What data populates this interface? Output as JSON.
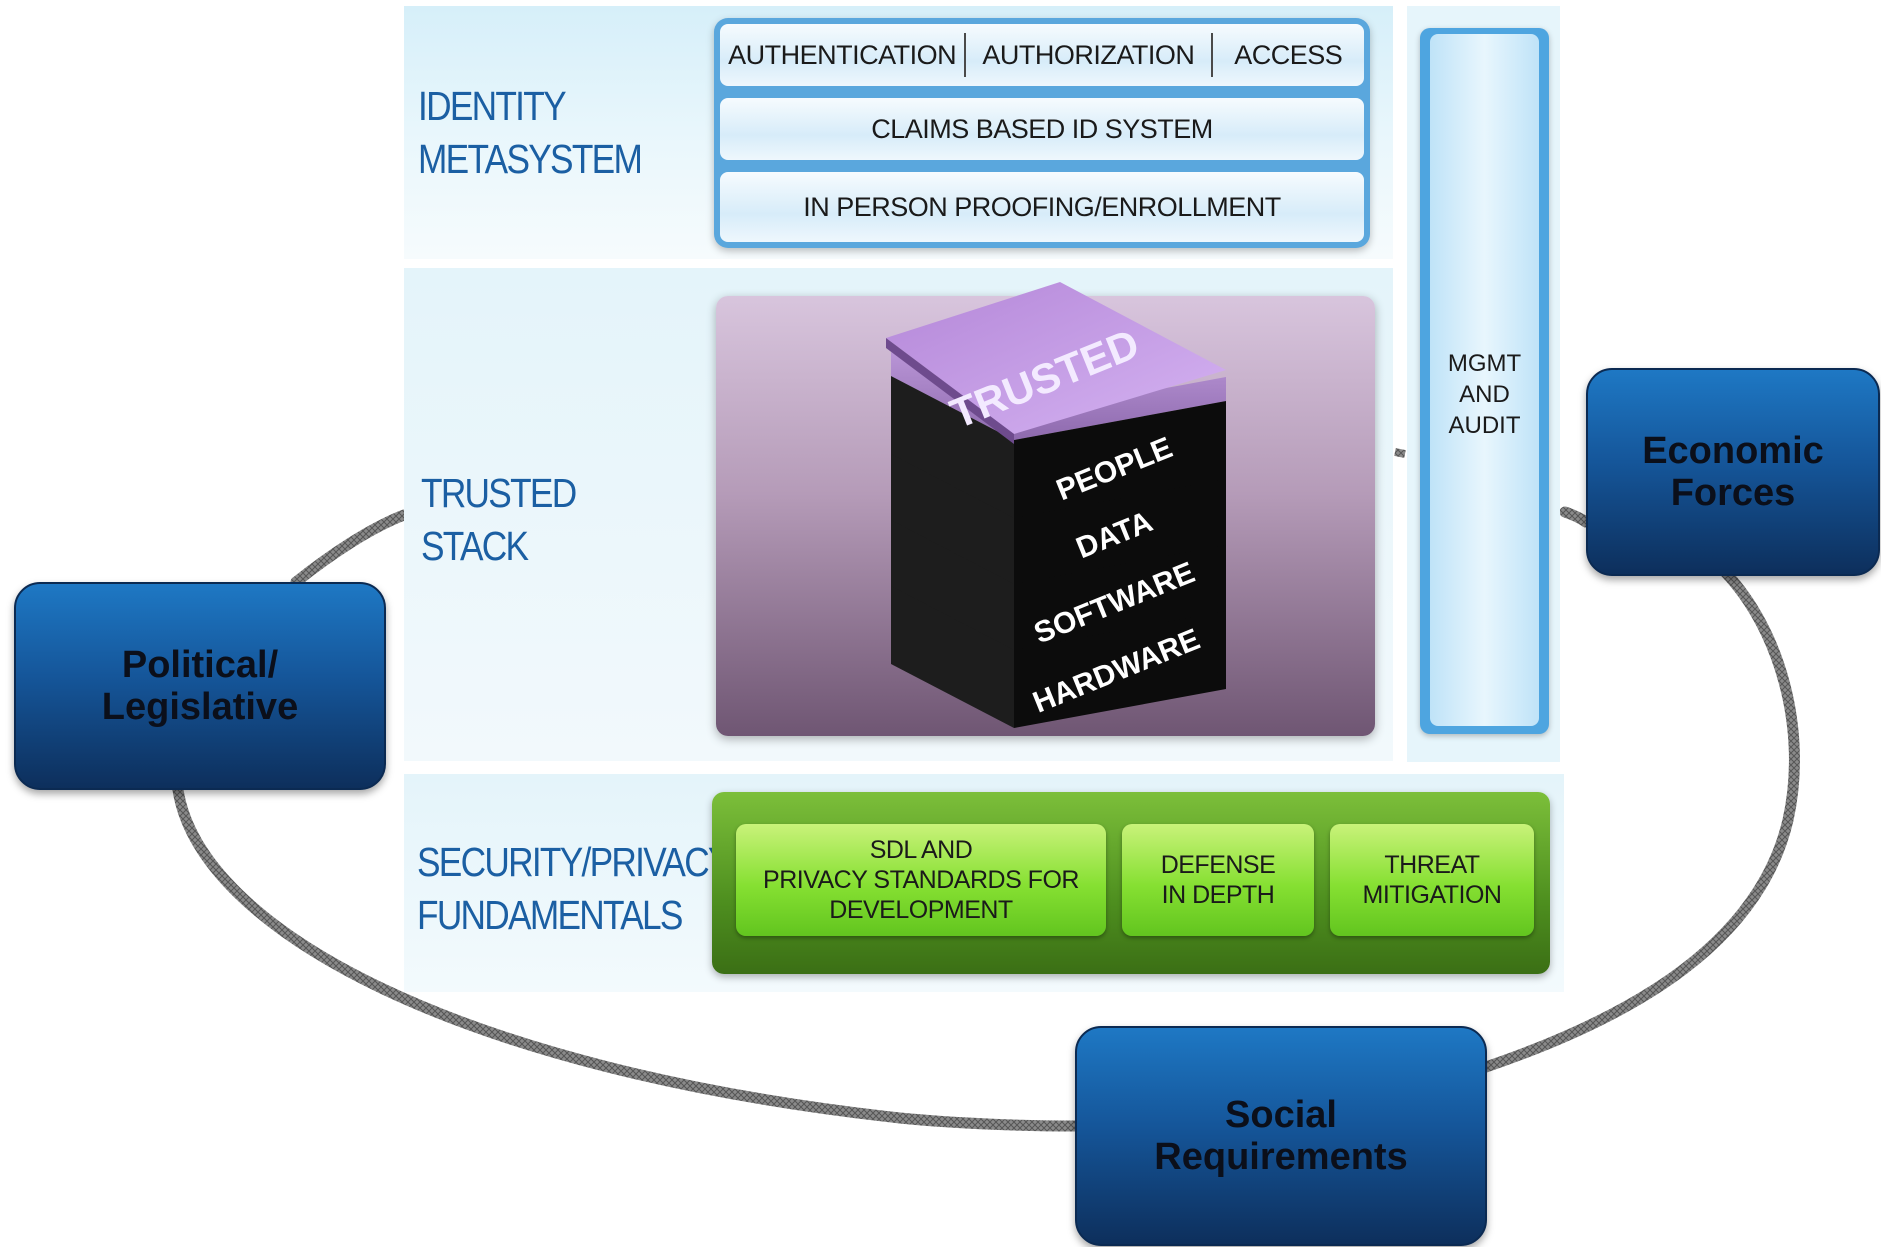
{
  "sections": {
    "identity": [
      "IDENTITY",
      "METASYSTEM"
    ],
    "trusted": [
      "TRUSTED",
      "STACK"
    ],
    "security": [
      "SECURITY/PRIVACY",
      "FUNDAMENTALS"
    ]
  },
  "identity_panel": {
    "row1": [
      "AUTHENTICATION",
      "AUTHORIZATION",
      "ACCESS"
    ],
    "row2": "CLAIMS BASED ID SYSTEM",
    "row3": "IN PERSON PROOFING/ENROLLMENT"
  },
  "trusted_stack": {
    "top": "TRUSTED",
    "layers": [
      "PEOPLE",
      "DATA",
      "SOFTWARE",
      "HARDWARE"
    ]
  },
  "mgmt": [
    "MGMT",
    "AND",
    "AUDIT"
  ],
  "security_boxes": [
    [
      "SDL AND",
      "PRIVACY STANDARDS FOR",
      "DEVELOPMENT"
    ],
    [
      "DEFENSE",
      "IN DEPTH"
    ],
    [
      "THREAT",
      "MITIGATION"
    ]
  ],
  "forces": {
    "political": [
      "Political/",
      "Legislative"
    ],
    "economic": [
      "Economic",
      "Forces"
    ],
    "social": [
      "Social",
      "Requirements"
    ]
  },
  "colors": {
    "section_title": "#1b5fa3",
    "force_box": "#15569a",
    "stack_top": "#c7a0e6",
    "green_box": "#86e032"
  }
}
